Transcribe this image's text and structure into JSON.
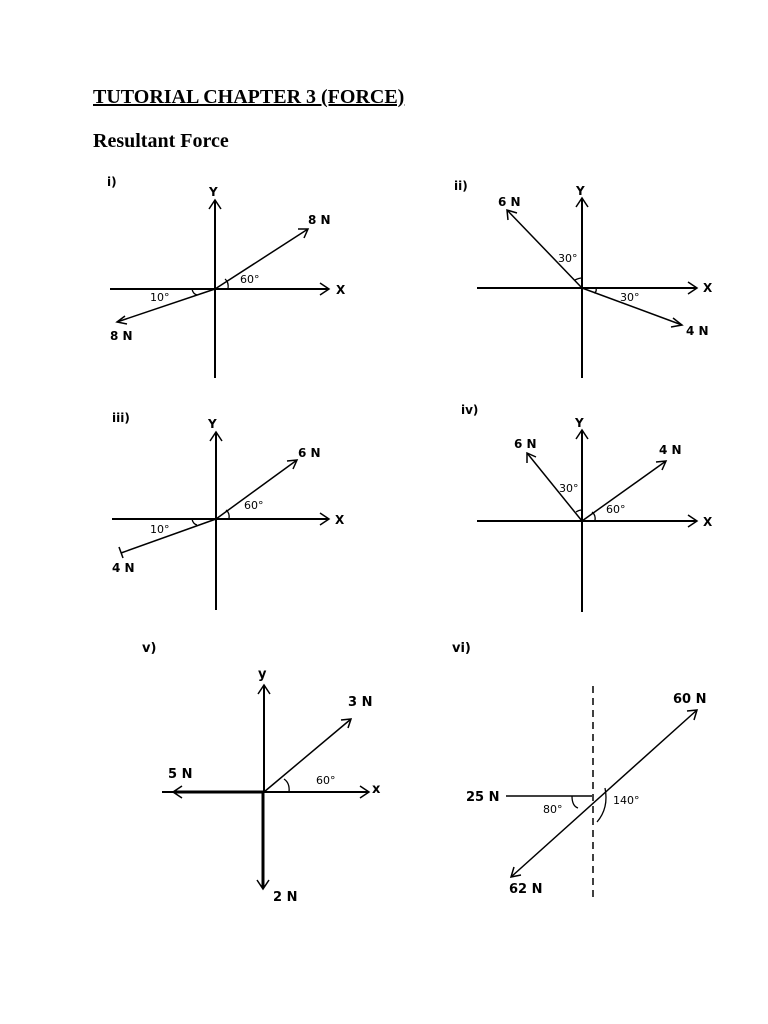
{
  "document": {
    "title": "TUTORIAL CHAPTER 3 (FORCE)",
    "subtitle": "Resultant Force"
  },
  "diagrams": [
    {
      "label": "i)",
      "axes": {
        "x": "X",
        "y": "Y"
      },
      "forces": [
        {
          "label": "8 N",
          "magnitude": 8,
          "unit": "N",
          "angle_text": "60°"
        },
        {
          "label": "8 N",
          "magnitude": 8,
          "unit": "N",
          "angle_text": "10°"
        }
      ]
    },
    {
      "label": "ii)",
      "axes": {
        "x": "X",
        "y": "Y"
      },
      "forces": [
        {
          "label": "6 N",
          "magnitude": 6,
          "unit": "N",
          "angle_text": "30°"
        },
        {
          "label": "4 N",
          "magnitude": 4,
          "unit": "N",
          "angle_text": "30°"
        }
      ]
    },
    {
      "label": "iii)",
      "axes": {
        "x": "X",
        "y": "Y"
      },
      "forces": [
        {
          "label": "6 N",
          "magnitude": 6,
          "unit": "N",
          "angle_text": "60°"
        },
        {
          "label": "4 N",
          "magnitude": 4,
          "unit": "N",
          "angle_text": "10°"
        }
      ]
    },
    {
      "label": "iv)",
      "axes": {
        "x": "X",
        "y": "Y"
      },
      "forces": [
        {
          "label": "6 N",
          "magnitude": 6,
          "unit": "N",
          "angle_text": "30°"
        },
        {
          "label": "4 N",
          "magnitude": 4,
          "unit": "N",
          "angle_text": "60°"
        }
      ]
    },
    {
      "label": "v)",
      "axes": {
        "x": "x",
        "y": "y"
      },
      "forces": [
        {
          "label": "3 N",
          "magnitude": 3,
          "unit": "N",
          "angle_text": "60°"
        },
        {
          "label": "5 N",
          "magnitude": 5,
          "unit": "N"
        },
        {
          "label": "2 N",
          "magnitude": 2,
          "unit": "N"
        }
      ]
    },
    {
      "label": "vi)",
      "forces": [
        {
          "label": "60 N",
          "magnitude": 60,
          "unit": "N",
          "angle_text": "140°"
        },
        {
          "label": "25 N",
          "magnitude": 25,
          "unit": "N"
        },
        {
          "label": "62 N",
          "magnitude": 62,
          "unit": "N",
          "angle_text": "80°"
        }
      ]
    }
  ]
}
